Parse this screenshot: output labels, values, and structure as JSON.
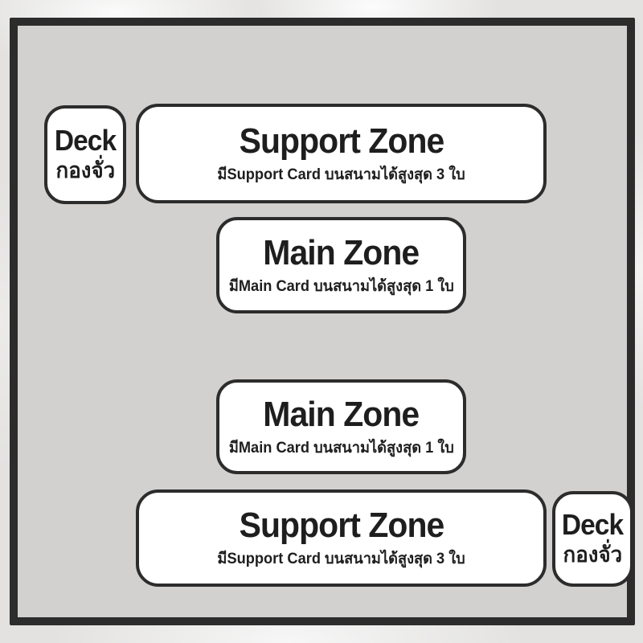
{
  "palette": {
    "outer_background": "#e3e2e1",
    "board_fill": "#d2d1d0",
    "board_border": "#2c2c2c",
    "zone_fill": "#ffffff",
    "zone_border": "#2c2c2c",
    "text_color": "#1e1e1e"
  },
  "zones": [
    {
      "id": "deck-top-left",
      "title": "Deck",
      "subtitle": "กองจั่ว"
    },
    {
      "id": "support-top",
      "title": "Support Zone",
      "subtitle": "มีSupport Card บนสนามได้สูงสุด 3 ใบ"
    },
    {
      "id": "main-top",
      "title": "Main Zone",
      "subtitle": "มีMain Card บนสนามได้สูงสุด 1 ใบ"
    },
    {
      "id": "main-bottom",
      "title": "Main Zone",
      "subtitle": "มีMain Card บนสนามได้สูงสุด 1 ใบ"
    },
    {
      "id": "support-bottom",
      "title": "Support Zone",
      "subtitle": "มีSupport Card บนสนามได้สูงสุด 3 ใบ"
    },
    {
      "id": "deck-bottom-right",
      "title": "Deck",
      "subtitle": "กองจั่ว"
    }
  ]
}
